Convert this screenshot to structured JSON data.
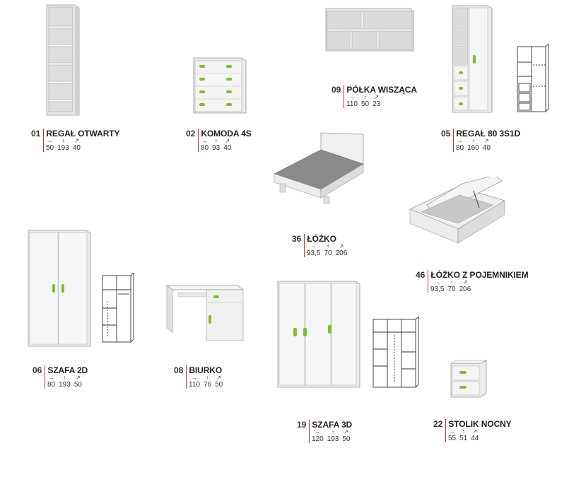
{
  "items": [
    {
      "num": "01",
      "name": "REGAŁ OTWARTY",
      "dims": [
        "50",
        "193",
        "40"
      ]
    },
    {
      "num": "02",
      "name": "KOMODA 4S",
      "dims": [
        "80",
        "93",
        "40"
      ]
    },
    {
      "num": "09",
      "name": "PÓŁKA WISZĄCA",
      "dims": [
        "110",
        "50",
        "23"
      ]
    },
    {
      "num": "05",
      "name": "REGAŁ 80 3S1D",
      "dims": [
        "80",
        "160",
        "40"
      ]
    },
    {
      "num": "36",
      "name": "ŁÓŻKO",
      "dims": [
        "93,5",
        "70",
        "206"
      ]
    },
    {
      "num": "46",
      "name": "ŁÓŻKO Z POJEMNIKIEM",
      "dims": [
        "93,5",
        "70",
        "206"
      ]
    },
    {
      "num": "06",
      "name": "SZAFA 2D",
      "dims": [
        "80",
        "193",
        "50"
      ]
    },
    {
      "num": "08",
      "name": "BIURKO",
      "dims": [
        "110",
        "76",
        "50"
      ]
    },
    {
      "num": "19",
      "name": "SZAFA 3D",
      "dims": [
        "120",
        "193",
        "50"
      ]
    },
    {
      "num": "22",
      "name": "STOLIK NOCNY",
      "dims": [
        "55",
        "51",
        "44"
      ]
    }
  ],
  "dimension_icons": [
    "arrow-right-icon",
    "arrow-up-icon",
    "arrow-diagonal-icon"
  ],
  "colors": {
    "accent_green": "#7cc12a",
    "divider_red": "#c0392b",
    "furniture_white": "#f2f2f2"
  }
}
